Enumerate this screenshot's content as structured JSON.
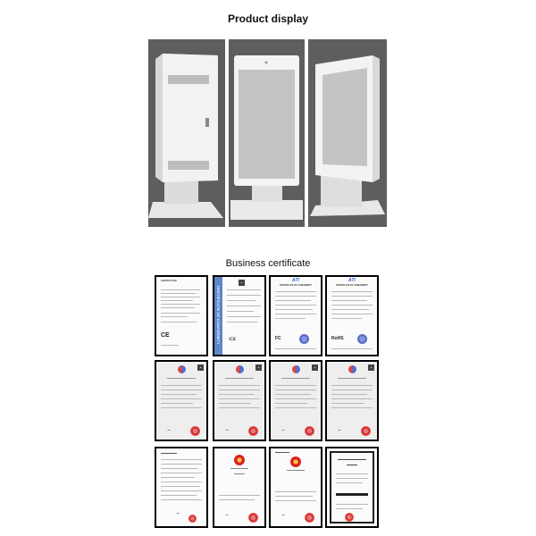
{
  "headings": {
    "product": "Product display",
    "certificate": "Business certificate"
  },
  "certificates": {
    "row1": [
      {
        "type": "certificate",
        "title": "CERTIFICATE",
        "mark": "CE"
      },
      {
        "type": "conformity-ce",
        "title": "",
        "band": "CERTIFICATE OF CONFORMITY"
      },
      {
        "type": "ati-fcc",
        "brand": "ATI",
        "title": "CERTIFICATE OF CONFORMITY",
        "mark": "FC"
      },
      {
        "type": "ati-rohs",
        "brand": "ATI",
        "title": "CERTIFICATE OF CONFORMITY",
        "mark": "RoHS"
      }
    ],
    "row2": [
      {
        "type": "patent"
      },
      {
        "type": "patent"
      },
      {
        "type": "patent"
      },
      {
        "type": "patent"
      }
    ],
    "row3": [
      {
        "type": "doc"
      },
      {
        "type": "emblem"
      },
      {
        "type": "emblem2"
      },
      {
        "type": "award"
      }
    ]
  }
}
